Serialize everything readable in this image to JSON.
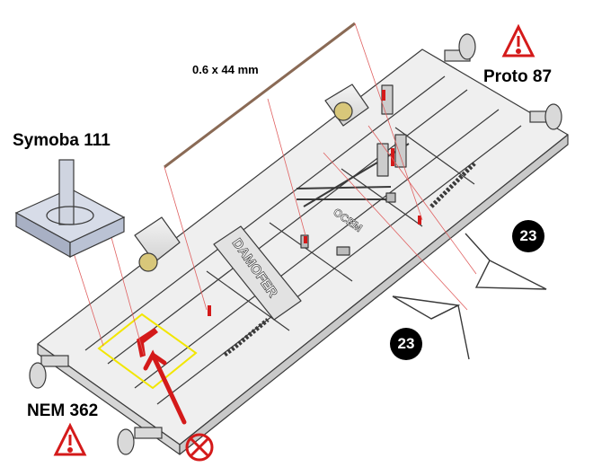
{
  "labels": {
    "wire": "0.6 x 44 mm",
    "symoba": "Symoba 111",
    "proto": "Proto 87",
    "nem": "NEM 362",
    "brand_embossed": "DAMOFER",
    "code_embossed": "OCEM"
  },
  "callouts": [
    "23",
    "23"
  ],
  "icons": {
    "warning": "warning-triangle-icon",
    "forbidden": "prohibited-circle-icon",
    "arrow": "pointer-arrow-icon"
  },
  "colors": {
    "outline": "#3a3a3a",
    "part_fill": "#ececec",
    "guide_line": "#e06060",
    "highlight": "#f2e600",
    "accent_red": "#d41a1a",
    "wire": "#8a6a55"
  }
}
